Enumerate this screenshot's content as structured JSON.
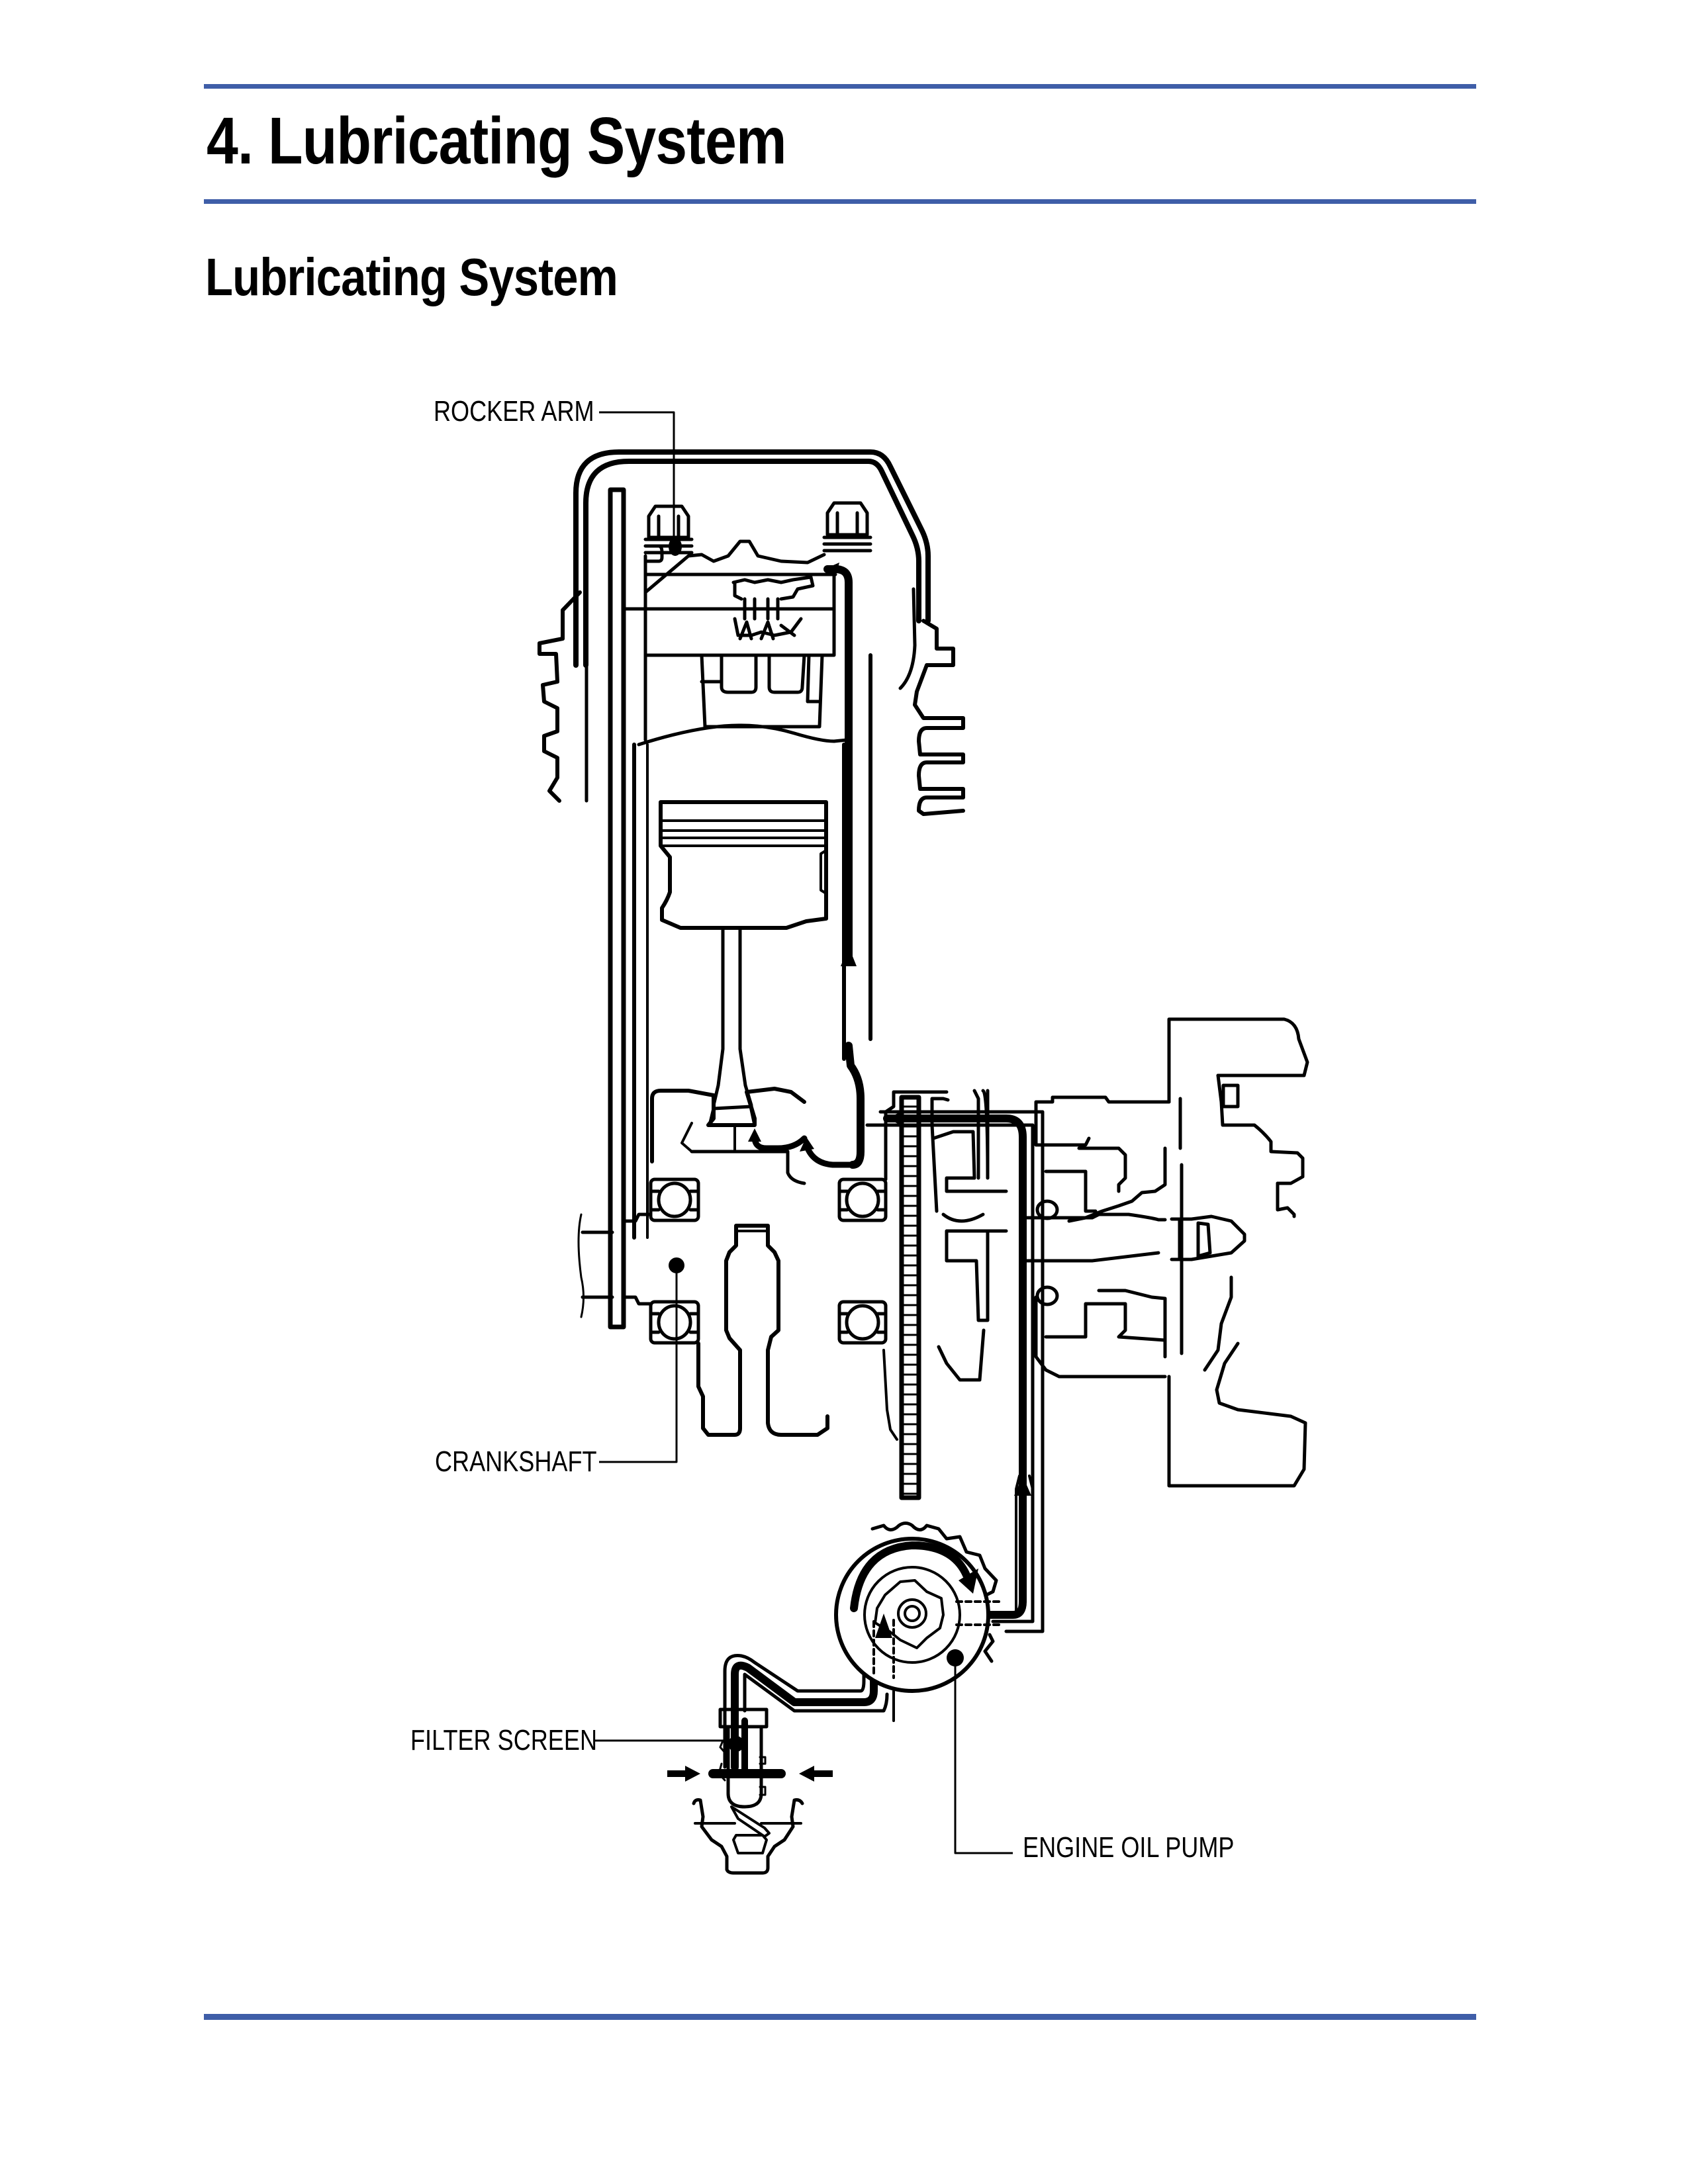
{
  "page": {
    "title": "4. Lubricating System",
    "section_heading": "Lubricating System",
    "accent_color": "#3f5ea8"
  },
  "diagram": {
    "subject": "engine lubricating system cross-section",
    "callouts": {
      "rocker_arm": "ROCKER ARM",
      "crankshaft": "CRANKSHAFT",
      "filter_screen": "FILTER SCREEN",
      "engine_oil_pump": "ENGINE OIL PUMP"
    },
    "flow_arrows": [
      "oil-pump-rotation",
      "pump-outlet-up",
      "passage-up-to-crank",
      "passage-up-to-rocker",
      "inlet-from-screen",
      "screen-inlet-left",
      "screen-inlet-right"
    ]
  }
}
